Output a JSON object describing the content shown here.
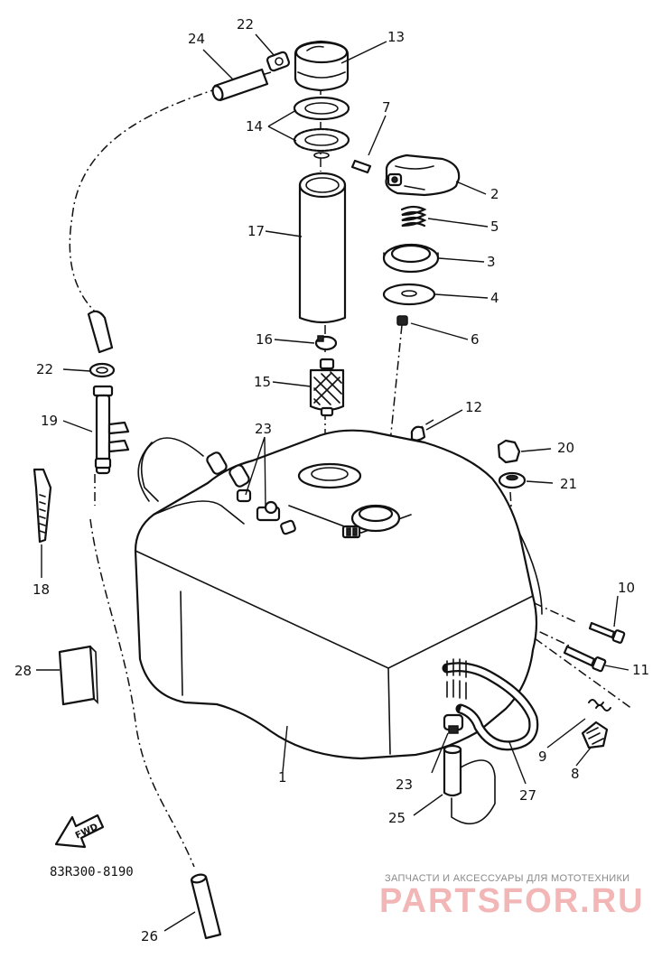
{
  "diagram": {
    "code": "83R300-8190",
    "fwd_label": "FWD",
    "callouts": [
      "1",
      "2",
      "3",
      "4",
      "5",
      "6",
      "7",
      "8",
      "9",
      "10",
      "11",
      "12",
      "13",
      "14",
      "15",
      "16",
      "17",
      "18",
      "19",
      "20",
      "21",
      "22",
      "22",
      "23",
      "23",
      "23",
      "24",
      "25",
      "26",
      "27",
      "28"
    ]
  },
  "watermark": {
    "tagline": "ЗАПЧАСТИ И АКСЕССУАРЫ ДЛЯ МОТОТЕХНИКИ",
    "brand": "PARTSFOR.RU"
  }
}
